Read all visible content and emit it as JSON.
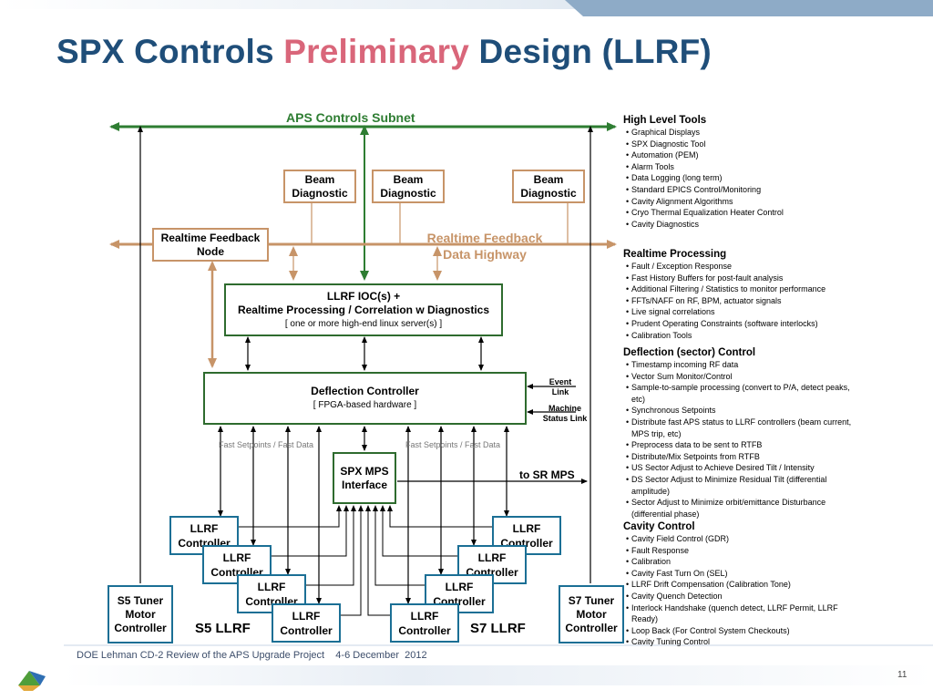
{
  "title": {
    "part1": "SPX Controls ",
    "highlight": "Preliminary",
    "part2": " Design (LLRF)"
  },
  "diagram": {
    "aps_subnet": "APS Controls Subnet",
    "rt_highway": [
      "Realtime Feedback",
      "Data Highway"
    ],
    "beam_diag": [
      "Beam",
      "Diagnostic"
    ],
    "rt_node": [
      "Realtime Feedback",
      "Node"
    ],
    "ioc": {
      "line1": "LLRF IOC(s) +",
      "line2": "Realtime Processing / Correlation w Diagnostics",
      "sub": "[ one or more high-end linux server(s) ]"
    },
    "defl": {
      "title": "Deflection Controller",
      "sub": "[ FPGA-based hardware ]"
    },
    "event_link": [
      "Event",
      "Link"
    ],
    "machine_link": [
      "Machine",
      "Status Link"
    ],
    "fast_setpoints": "Fast Setpoints / Fast Data",
    "mps": [
      "SPX MPS",
      "Interface"
    ],
    "to_sr_mps": "to SR MPS",
    "llrf_ctrl": [
      "LLRF",
      "Controller"
    ],
    "s5_tuner": [
      "S5 Tuner",
      "Motor",
      "Controller"
    ],
    "s7_tuner": [
      "S7 Tuner",
      "Motor",
      "Controller"
    ],
    "s5_llrf": "S5 LLRF",
    "s7_llrf": "S7 LLRF"
  },
  "sections": [
    {
      "heading": "High Level Tools",
      "items": [
        "Graphical Displays",
        "SPX Diagnostic Tool",
        "Automation (PEM)",
        "Alarm Tools",
        "Data Logging (long term)",
        "Standard EPICS Control/Monitoring",
        "Cavity Alignment Algorithms",
        "Cryo Thermal Equalization Heater Control",
        "Cavity Diagnostics"
      ]
    },
    {
      "heading": "Realtime Processing",
      "items": [
        "Fault / Exception Response",
        "Fast History Buffers for post-fault analysis",
        "Additional Filtering / Statistics to monitor performance",
        "FFTs/NAFF on RF, BPM, actuator signals",
        "Live signal correlations",
        "Prudent Operating Constraints (software interlocks)",
        "Calibration Tools"
      ]
    },
    {
      "heading": "Deflection (sector) Control",
      "items": [
        "Timestamp incoming RF data",
        "Vector Sum Monitor/Control",
        "Sample-to-sample processing (convert to P/A, detect peaks, etc)",
        "Synchronous Setpoints",
        "Distribute fast APS status to LLRF controllers (beam current, MPS trip, etc)",
        "Preprocess data to be sent to RTFB",
        "Distribute/Mix Setpoints from RTFB",
        "US Sector Adjust to Achieve Desired Tilt / Intensity",
        "DS Sector Adjust to Minimize Residual Tilt (differential amplitude)",
        "Sector Adjust to Minimize orbit/emittance Disturbance (differential phase)"
      ]
    },
    {
      "heading": "Cavity Control",
      "items": [
        "Cavity Field Control (GDR)",
        "Fault Response",
        "Calibration",
        "Cavity Fast Turn On (SEL)",
        "LLRF Drift Compensation (Calibration Tone)",
        "Cavity Quench Detection",
        "Interlock Handshake (quench detect, LLRF Permit, LLRF Ready)",
        "Loop Back (For Control System Checkouts)",
        "Cavity Tuning Control"
      ]
    }
  ],
  "footer": "DOE Lehman CD-2 Review of the APS Upgrade Project    4-6 December  2012",
  "page_number": "11"
}
